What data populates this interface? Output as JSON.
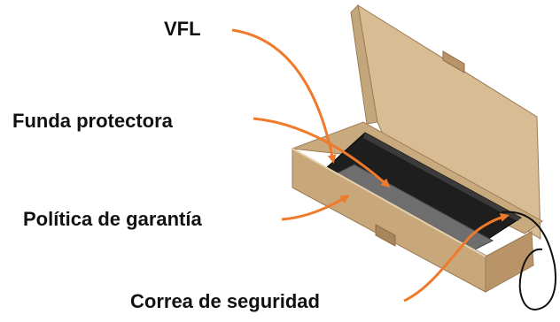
{
  "labels": {
    "vfl": "VFL",
    "funda": "Funda protectora",
    "politica": "Política de garantía",
    "correa": "Correa de seguridad"
  },
  "colors": {
    "arrow": "#F07A2B",
    "cardboard": "#D2B48C",
    "cardboard_dark": "#B89468",
    "sleeve": "#1E1E1E"
  },
  "icons": {
    "arrow": "orange-curved-arrow"
  }
}
